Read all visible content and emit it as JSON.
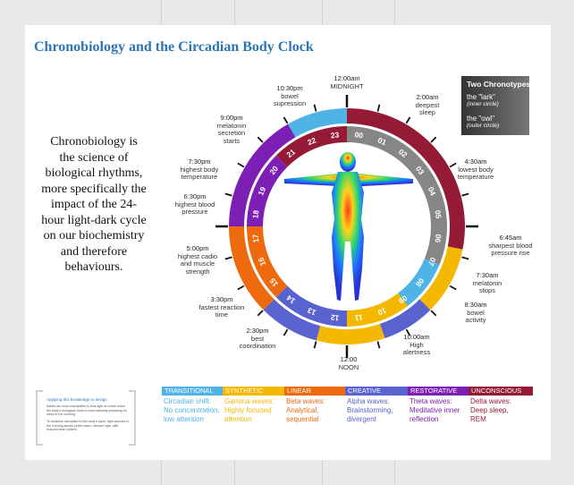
{
  "title": "Chronobiology and the Circadian Body Clock",
  "description": "Chronobiology is the science of biological rhythms, more specifically the impact of the 24-hour light-dark cycle on our biochemistry and therefore behaviours.",
  "legend": {
    "heading": "Two Chronotypes",
    "lark": "the \"lark\"",
    "lark_sub": "(inner circle)",
    "owl": "the \"owl\"",
    "owl_sub": "(outer circle)"
  },
  "colors": {
    "transitional": "#4fb3e8",
    "synthetic": "#f5b800",
    "linear": "#ee6a0f",
    "creative": "#5863cf",
    "restorative": "#7d1fb4",
    "unconscious": "#951a35",
    "inner_ring": "#868686"
  },
  "hour_numbers": [
    "00",
    "01",
    "02",
    "03",
    "04",
    "05",
    "06",
    "07",
    "08",
    "09",
    "10",
    "11",
    "12",
    "13",
    "14",
    "15",
    "16",
    "17",
    "18",
    "19",
    "20",
    "21",
    "22",
    "23"
  ],
  "events": [
    {
      "time": "12:00am",
      "text": [
        "MIDNIGHT"
      ]
    },
    {
      "time": "2:00am",
      "text": [
        "deepest",
        "sleep"
      ]
    },
    {
      "time": "4:30am",
      "text": [
        "lowest body",
        "temperature"
      ]
    },
    {
      "time": "6:45am",
      "text": [
        "sharpest blood",
        "pressure rise"
      ]
    },
    {
      "time": "7:30am",
      "text": [
        "melatonin",
        "stops"
      ]
    },
    {
      "time": "8:30am",
      "text": [
        "bowel",
        "activity"
      ]
    },
    {
      "time": "10:00am",
      "text": [
        "High",
        "alertness"
      ]
    },
    {
      "time": "12:00",
      "text": [
        "NOON"
      ]
    },
    {
      "time": "2:30pm",
      "text": [
        "best",
        "coordination"
      ]
    },
    {
      "time": "3:30pm",
      "text": [
        "fastest reaction",
        "time"
      ]
    },
    {
      "time": "5:00pm",
      "text": [
        "highest cadio",
        "and muscle",
        "strength"
      ]
    },
    {
      "time": "6:30pm",
      "text": [
        "highest blood",
        "pressure"
      ]
    },
    {
      "time": "7:30pm",
      "text": [
        "highest body",
        "temperature"
      ]
    },
    {
      "time": "9:00pm",
      "text": [
        "melatonin",
        "secretion",
        "starts"
      ]
    },
    {
      "time": "10:30pm",
      "text": [
        "bowel",
        "supression"
      ]
    }
  ],
  "waves": [
    {
      "name": "TRANSITIONAL",
      "lines": [
        "Circadian shift:",
        "No concentration,",
        "low attention"
      ]
    },
    {
      "name": "SYNTHETIC",
      "lines": [
        "Gamma waves:",
        "Highly focused",
        "attention"
      ]
    },
    {
      "name": "LINEAR",
      "lines": [
        "Beta  waves:",
        "Analytical,",
        "sequential"
      ]
    },
    {
      "name": "CREATIVE",
      "lines": [
        "Alpha waves:",
        "Brainstorming,",
        "divergent"
      ]
    },
    {
      "name": "RESTORATIVE",
      "lines": [
        "Theta waves:",
        "Meditative inner",
        "reflection"
      ]
    },
    {
      "name": "UNCONSCIOUS",
      "lines": [
        "Delta waves:",
        "Deep sleep,",
        "REM"
      ]
    }
  ],
  "note": {
    "heading": "Applying this knowledge to design",
    "para1": "Adults are most susceptible to blue light at a time when the body's biological clock is most naturally preparing for sleep in the evening.",
    "para2": "To minimise disruption to the body's cycle, light sources in the evening should prefer warm, dimmer light, with reduced blue content."
  }
}
